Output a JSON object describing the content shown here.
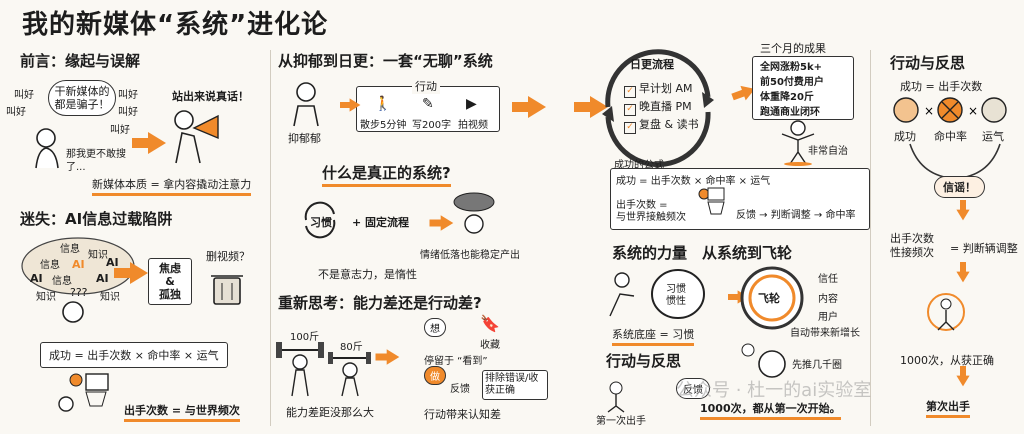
{
  "title": "我的新媒体“系统”进化论",
  "s1": {
    "heading": "前言：缘起与误解",
    "bubble": "干新媒体的都是骗子！",
    "haohao": [
      "叫好",
      "叫好",
      "叫好",
      "叫好",
      "叫好"
    ],
    "doubt": "那我更不敢搜了...",
    "stand": "站出来说真话！",
    "essence": "新媒体本质 = 拿内容撬动注意力"
  },
  "s2": {
    "heading": "迷失：AI信息过载陷阱",
    "clouds": [
      "信息",
      "知识",
      "信息",
      "AI",
      "AI",
      "AI",
      "信息",
      "AI",
      "知识",
      "知识"
    ],
    "qmarks": "???",
    "anx": "焦虑\n&\n孤独",
    "del": "删视频？"
  },
  "s3": {
    "formula": "成功 = 出手次数 × 命中率 × 运气",
    "freq": "出手次数 = 与世界频次"
  },
  "s4": {
    "heading": "从抑郁到日更：一套“无聊”系统",
    "depressed": "抑郁郁",
    "action": "行动",
    "walk": "散步5分钟",
    "write": "写200字",
    "shoot": "拍视频"
  },
  "s5": {
    "question": "什么是真正的系统?",
    "habit": "习惯",
    "plus": "+ 固定流程",
    "calm": "情绪低落也能稳定产出",
    "not": "不是意志力，是惰性"
  },
  "s6": {
    "heading": "重新思考：能力差还是行动差?",
    "w1": "100斤",
    "w2": "80斤",
    "gap": "能力差距没那么大",
    "think": "想",
    "collect": "收藏",
    "stop": "停留于 “看到”",
    "do": "做",
    "feedback": "反馈",
    "fix": "排除错误/收获正确",
    "cog": "行动带来认知差"
  },
  "s7": {
    "flow": "日更流程",
    "items": [
      "早计划 AM",
      "晚直播 PM",
      "复盘 & 读书"
    ]
  },
  "s8": {
    "heading": "三个月的成果",
    "items": [
      "全网涨粉5k+",
      "前50付费用户",
      "体重降20斤",
      "跑通商业闭环"
    ],
    "selfheal": "非常自治"
  },
  "s9": {
    "heading": "成功的公式",
    "formula": "成功 = 出手次数 × 命中率 × 运气",
    "freq": "出手次数 =\n与世界接触频次",
    "loop": "反馈 → 判断调整 → 命中率"
  },
  "s10": {
    "power": "系统的力量",
    "toflywheel": "从系统到飞轮",
    "habit": "习惯\n惯性",
    "base": "系统底座 = 习惯",
    "flywheel": "飞轮",
    "trust": "信任",
    "content": "内容",
    "user": "用户",
    "grow": "自动带来新增长",
    "push": "先推几千圈"
  },
  "s11": {
    "heading": "行动与反思",
    "first": "第一次出手",
    "fb": "反馈",
    "thousand": "1000次，都从第一次开始。"
  },
  "s12": {
    "heading": "行动与反思",
    "eq": "成功 = 出手次数",
    "labels": [
      "成功",
      "命中率",
      "运气"
    ],
    "belief": "信谣！",
    "freq": "出手次数\n性接频次",
    "judge": "= 判断辆调整",
    "thousand": "1000次，从获正确",
    "nth": "第次出手"
  },
  "watermark": "公众号 · 杜一的ai实验室",
  "colors": {
    "accent": "#f08a2b",
    "ink": "#1d1d1d",
    "paper": "#faf8f3"
  }
}
